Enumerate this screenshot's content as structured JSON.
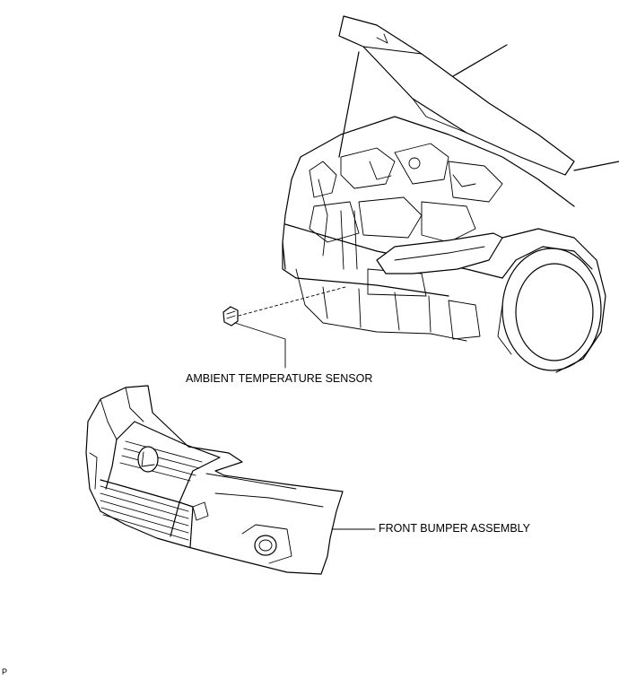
{
  "labels": {
    "ambient_sensor": "AMBIENT TEMPERATURE SENSOR",
    "front_bumper": "FRONT BUMPER ASSEMBLY"
  },
  "corner_mark": "P"
}
